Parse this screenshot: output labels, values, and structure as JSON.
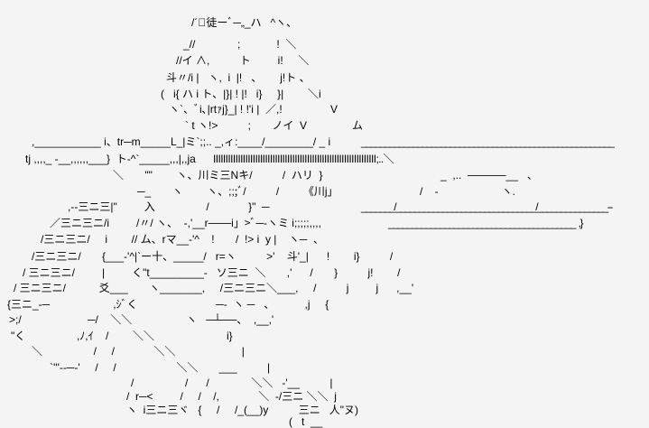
{
  "art": {
    "rows": [
      "/´ﾞ徒ーﾞ─„_ハ   ^ヽ、",
      "_//              ;            !  ＼",
      "//イ ∧,          ト         i!     ＼",
      "斗〃/i |   ヽ,  i  |!   、      j!ト 、",
      "(   i{ ハ i ト、|}| ! |!   i}     }|        ＼i",
      "ヽ`、ﾞi､|rtｧj}_| ! !'i |  ／,!                V",
      "` t ヽ!>          ;       ノイ  V               ム",
      ",___________ i、tr─m_____L_|ミ`;;.. _,ィ:____/________/ _ i",
      "______________________________________________________",
      "tj ,,,,_ -__,,,,,,___}  ト-^`_____,,,|,,ja",
      "IIIIIIIIIIIIIIIIIIIIIIIIIIIIIIIIIIIIIIIIIIIIIIIIIIIIIIIIIIIIIIIIII;..＼",
      "＼       \"\"        ヽ、川ミ三Nキ/          /  ハリ  }",
      "_  ,..  ─────__   、",
      "─_       ヽ        ヽ、;;;ﾞ/          /        《川j」",
      "/    -                     ヽ.",
      ",--三ニ三|\"         入                 /             }\"  ─",
      "_______/______________________________/_______________--",
      "／三ニ三ニ/i         /〃/ ヽ、  -,'__r───i」>ﾞ─‐ヽミ i;;;;;,,,,",
      "________________________________________  ,}",
      "/三ニ三ニ/     i        // ム、rマ__-'^    !       /  !> i  y |    ヽ─  、",
      "/三ニ三ニ/       {___-'^|`ー十、_____/   r=ヽ          >'    斗'_|      !        i}          /",
      "/ 三ニ三ニ/         |         く\"t_________-   ソ三ニ  ＼       ,'      /       }          j!        /",
      "/ 三ニ三ニ/           爻___       ヽ_______,     /三ニ三ニ＼___,     /          j         j      ,__'",
      "{三ニ_-─                     ,ｼﾞく                          ─-  ヽ ─   、          ,j     {",
      ">;/                      ─/    ＼＼                  ヽ   ─┴──、  ,__,'",
      "\"く                 ,ﾉ,ｲ    /        ＼＼                        i}",
      "＼                 /     /             ＼＼                      |",
      "`'''‐-─-'     /     /                    ＼＼       ___          |",
      "/                 /      /              ＼＼   -'__          |",
      "/  r─<         /     /    /,             ＼  -/三ニ ＼＼  j",
      "ヽ  i三ニ三ヾ   {     /     /_(__)y          三ニ   人\"ヌ)",
      "(   t  __"
    ]
  }
}
